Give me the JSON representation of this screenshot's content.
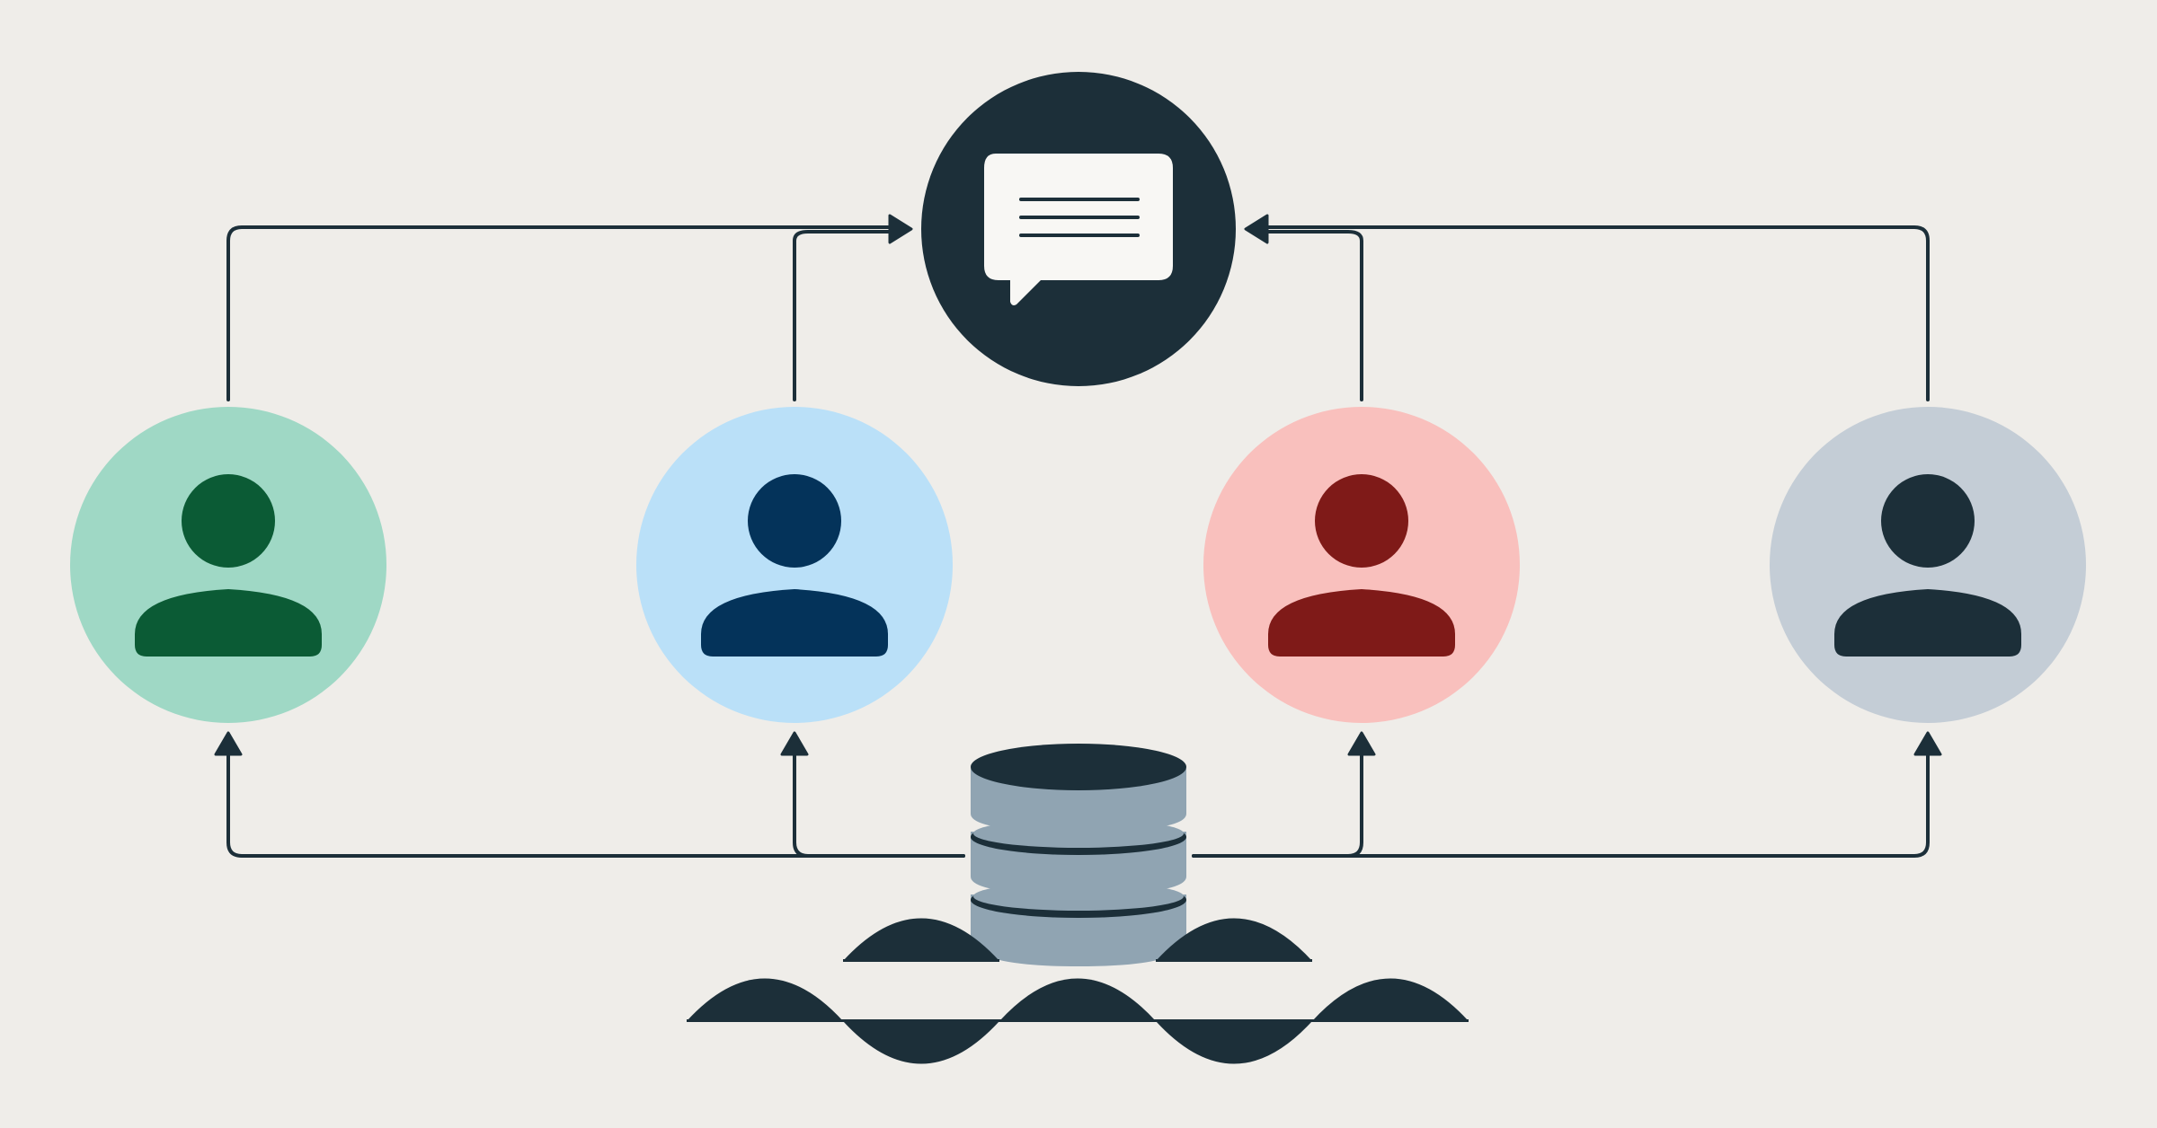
{
  "colors": {
    "background": "#efede9",
    "dark": "#1c2f39",
    "bubble_fill": "#f8f7f4",
    "database_body": "#90a4b2"
  },
  "hub": {
    "icon": "chat-bubble-icon"
  },
  "users": [
    {
      "id": "user-1",
      "icon": "person-icon",
      "circle_color": "#9fd8c5",
      "figure_color": "#0b5b35"
    },
    {
      "id": "user-2",
      "icon": "person-icon",
      "circle_color": "#bae0f8",
      "figure_color": "#04335a"
    },
    {
      "id": "user-3",
      "icon": "person-icon",
      "circle_color": "#f9c0bd",
      "figure_color": "#7f1a18"
    },
    {
      "id": "user-4",
      "icon": "person-icon",
      "circle_color": "#c4cdd6",
      "figure_color": "#1c2f39"
    }
  ],
  "database": {
    "icon": "database-icon"
  },
  "decoration": {
    "icon": "wave-pattern-icon"
  }
}
